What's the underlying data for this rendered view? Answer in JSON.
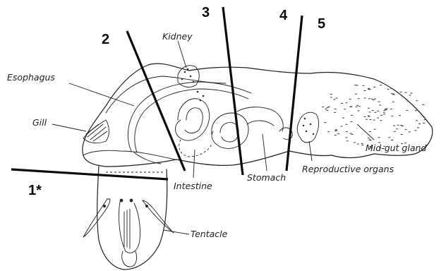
{
  "cut_numbers": {
    "c1": "1*",
    "c2": "2",
    "c3": "3",
    "c4": "4",
    "c5": "5"
  },
  "organ_labels": {
    "kidney": "Kidney",
    "esophagus": "Esophagus",
    "gill": "Gill",
    "intestine": "Intestine",
    "stomach": "Stomach",
    "reproductive": "Reproductive organs",
    "midgut": "Mid-gut gland",
    "tentacle": "Tentacle"
  }
}
